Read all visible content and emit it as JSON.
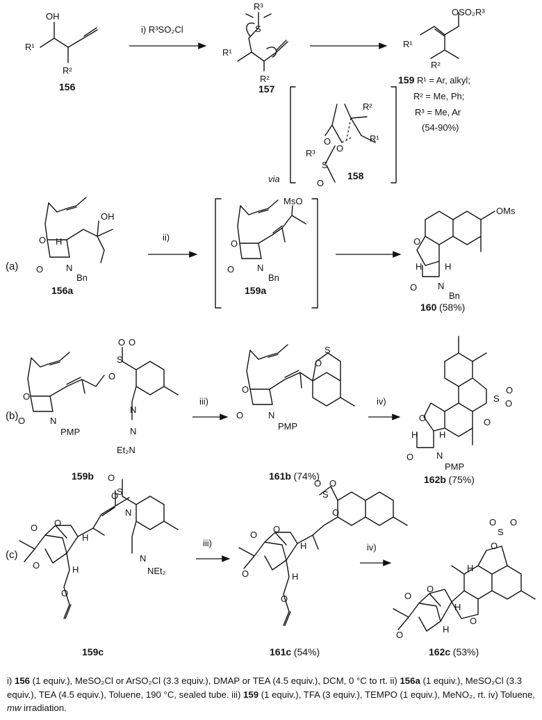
{
  "reagents": {
    "step_top": "i) R³SO₂Cl",
    "step_a": "ii)",
    "step_iii_b": "iii)",
    "step_iv_b": "iv)",
    "step_iii_c": "iii)",
    "step_iv_c": "iv)",
    "via": "via"
  },
  "part_labels": {
    "a": "(a)",
    "b": "(b)",
    "c": "(c)"
  },
  "compounds": {
    "c156": "156",
    "c157": "157",
    "c158": "158",
    "c159": "159",
    "c156a": "156a",
    "c159a": "159a",
    "c160": "160",
    "c159b": "159b",
    "c161b": "161b",
    "c162b": "162b",
    "c159c": "159c",
    "c161c": "161c",
    "c162c": "162c"
  },
  "yields": {
    "y160": "(58%)",
    "y161b": "(74%)",
    "y162b": "(75%)",
    "y161c": "(54%)",
    "y162c": "(53%)"
  },
  "scope_159": {
    "line1": "R¹ = Ar, alkyl;",
    "line2": "R² = Me, Ph;",
    "line3": "R³ = Me, Ar",
    "line4": "(54-90%)"
  },
  "atom_labels": {
    "OH": "OH",
    "R1": "R¹",
    "R2": "R²",
    "R3": "R³",
    "O": "O",
    "S": "S",
    "OSO2R3": "OSO₂R³",
    "MsO": "MsO",
    "OMs": "OMs",
    "N": "N",
    "Bn": "Bn",
    "PMP": "PMP",
    "H": "H",
    "Et2N": "Et₂N",
    "NEt2": "NEt₂"
  },
  "conditions": {
    "i_lead": "i) ",
    "i_cpd": "156",
    "i_text": " (1 equiv.), MeSO₂Cl or ArSO₂Cl (3.3 equiv.), DMAP or TEA (4.5 equiv.), DCM, 0 °C to rt. ii) ",
    "ii_cpd": "156a",
    "ii_text": " (1 equiv.), MeSO₂Cl (3.3 equiv.), TEA (4.5 equiv.), Toluene, 190 °C, sealed tube. iii) ",
    "iii_cpd": "159",
    "iii_text": " (1 equiv.), TFA (3 equiv.), TEMPO (1 equiv.), MeNO₂, rt. iv) Toluene, ",
    "iv_italic": "mw",
    "iv_text": " irradiation."
  }
}
